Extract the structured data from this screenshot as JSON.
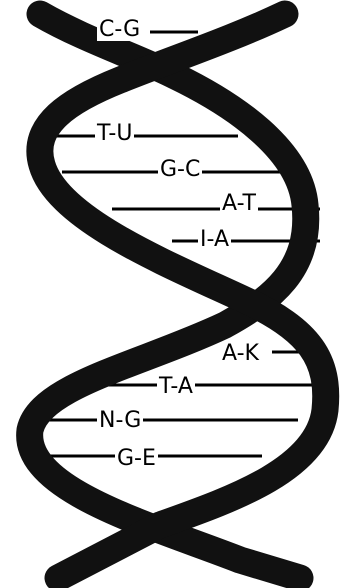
{
  "base_pairs": [
    {
      "label": "C-G"
    },
    {
      "label": "T-U"
    },
    {
      "label": "G-C"
    },
    {
      "label": "A-T"
    },
    {
      "label": "I-A"
    },
    {
      "label": "A-K"
    },
    {
      "label": "T-A"
    },
    {
      "label": "N-G"
    },
    {
      "label": "G-E"
    }
  ],
  "colors": {
    "strand": "#111111",
    "rung": "#000000",
    "background": "#ffffff"
  }
}
